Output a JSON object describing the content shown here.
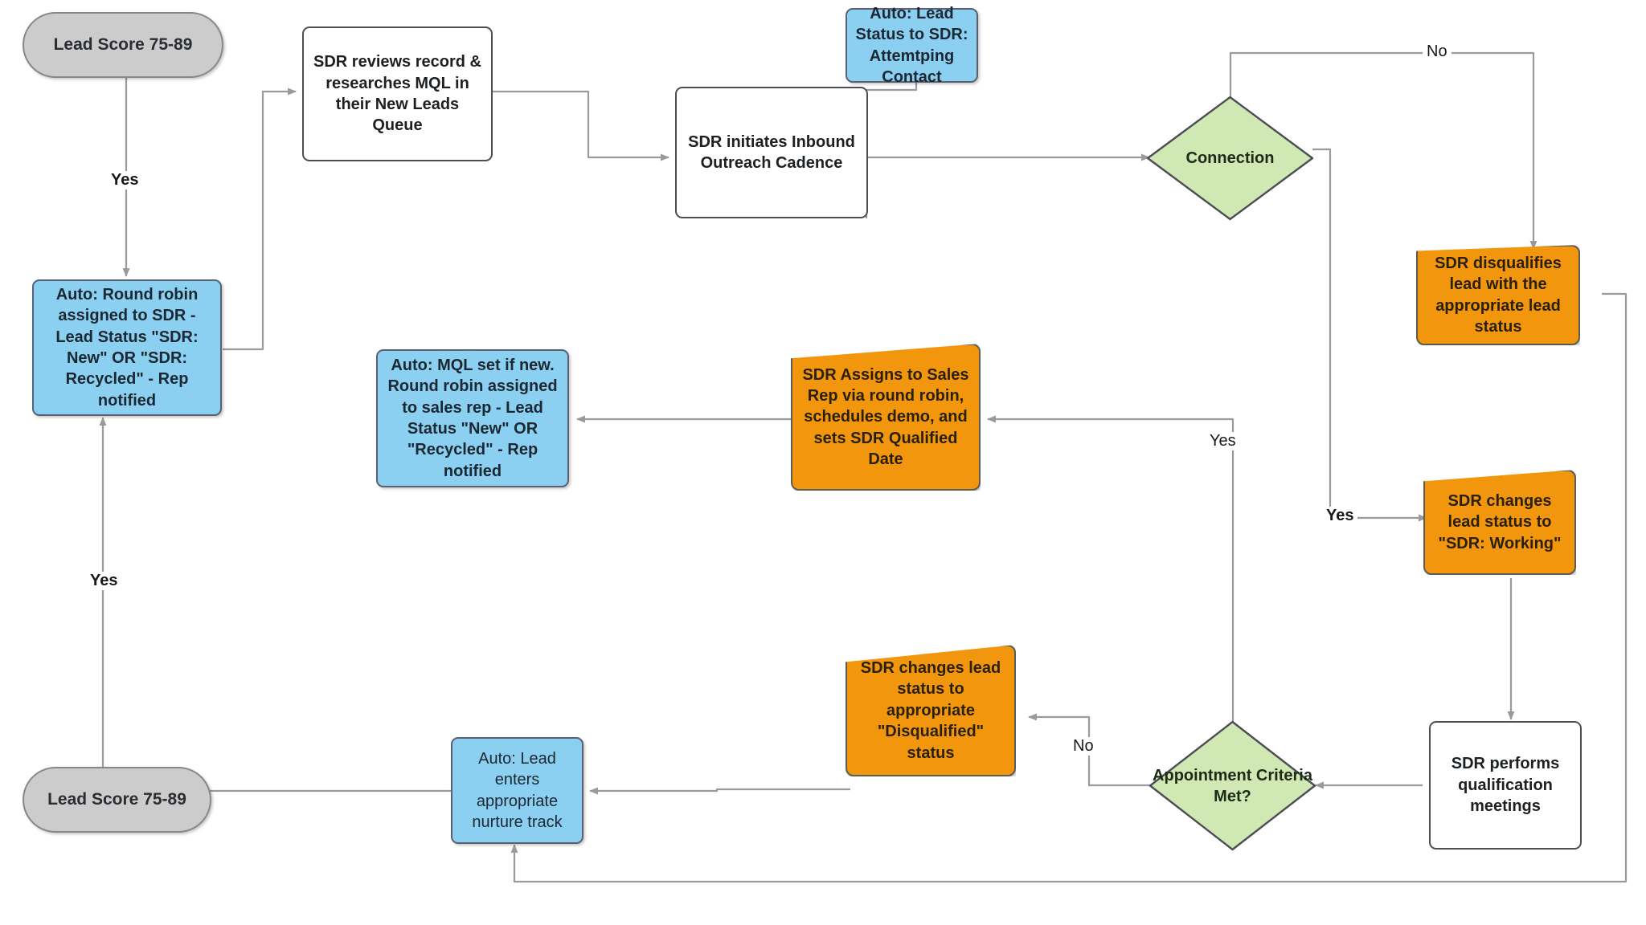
{
  "diagram": {
    "title": "SDR Inbound MQL Lead Routing Flow",
    "colors": {
      "terminal_fill": "#cccccc",
      "terminal_stroke": "#888888",
      "process_fill": "#ffffff",
      "process_stroke": "#4d4d54",
      "auto_fill": "#8bd0f0",
      "auto_stroke": "#5b5f71",
      "manual_fill": "#f2960d",
      "manual_stroke": "#5c5c52",
      "decision_fill": "#cfe8b4",
      "decision_stroke": "#4d4d54",
      "edge_stroke": "#9a9a9e",
      "background": "#ffffff"
    },
    "nodes": [
      {
        "id": "start",
        "shape": "terminal",
        "label": "Lead Score 75-89"
      },
      {
        "id": "sdr_review",
        "shape": "process",
        "label": "SDR reviews record & researches MQL in their New Leads Queue"
      },
      {
        "id": "auto_roundrobin",
        "shape": "auto",
        "label": "Auto: Round robin assigned to SDR - Lead Status \"SDR: New\" OR \"SDR: Recycled\" - Rep notified"
      },
      {
        "id": "auto_status",
        "shape": "auto",
        "label": "Auto: Lead Status to SDR: Attemtping Contact"
      },
      {
        "id": "outreach",
        "shape": "process",
        "label": "SDR initiates Inbound Outreach Cadence"
      },
      {
        "id": "connection",
        "shape": "decision",
        "label": "Connection"
      },
      {
        "id": "disqualify",
        "shape": "manual",
        "label": "SDR disqualifies lead with the appropriate lead status"
      },
      {
        "id": "sdr_working",
        "shape": "manual",
        "label": "SDR changes lead status to \"SDR: Working\""
      },
      {
        "id": "qual_meetings",
        "shape": "process",
        "label": "SDR performs qualification meetings"
      },
      {
        "id": "appt_criteria",
        "shape": "decision",
        "label": "Appointment Criteria Met?"
      },
      {
        "id": "assign_rep",
        "shape": "manual",
        "label": "SDR Assigns to Sales Rep via round robin, schedules demo, and sets SDR Qualified Date"
      },
      {
        "id": "auto_mql",
        "shape": "auto",
        "label": "Auto: MQL set if new. Round robin assigned to sales rep - Lead Status \"New\" OR \"Recycled\" - Rep notified"
      },
      {
        "id": "disq_status",
        "shape": "manual",
        "label": "SDR changes lead status to appropriate \"Disqualified\" status"
      },
      {
        "id": "nurture",
        "shape": "auto",
        "label": "Auto: Lead enters appropriate nurture track"
      },
      {
        "id": "end",
        "shape": "terminal",
        "label": "Lead Score 75-89"
      }
    ],
    "edge_labels": {
      "start_to_roundrobin": "Yes",
      "end_to_roundrobin": "Yes",
      "connection_no": "No",
      "connection_yes": "Yes",
      "appt_yes": "Yes",
      "appt_no": "No"
    }
  }
}
